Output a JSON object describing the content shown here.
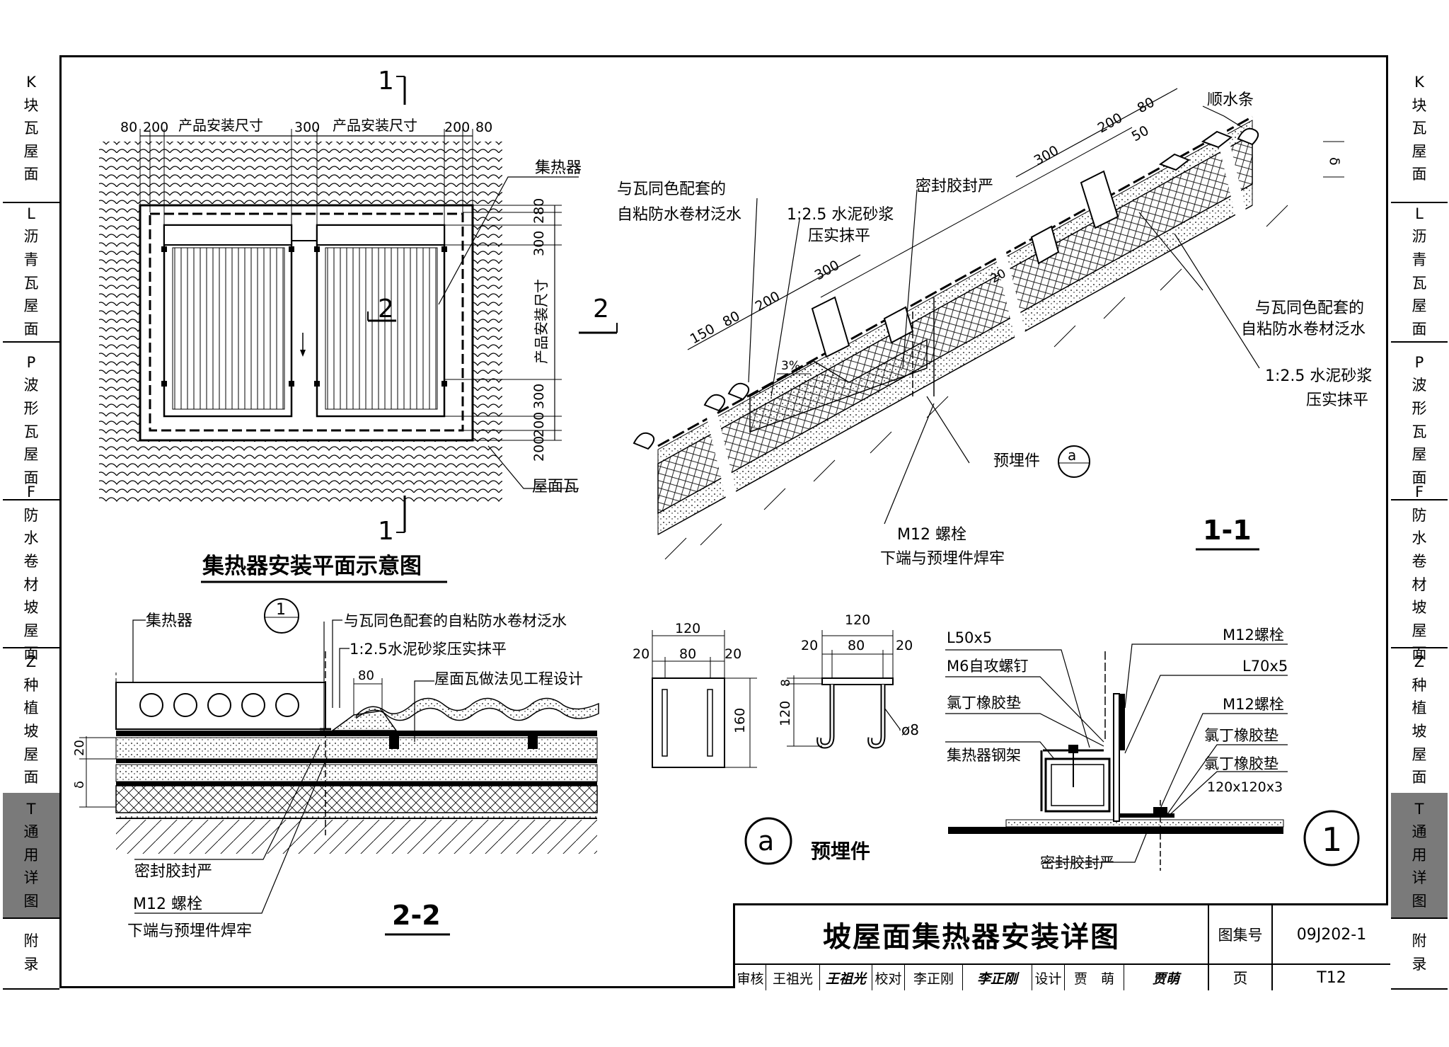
{
  "side_tabs": [
    {
      "key": "K",
      "label": "K块瓦屋面",
      "chars": [
        "K",
        "块",
        "瓦",
        "屋",
        "面"
      ],
      "active": false
    },
    {
      "key": "L",
      "label": "L沥青瓦屋面",
      "chars": [
        "L",
        "沥",
        "青",
        "瓦",
        "屋",
        "面"
      ],
      "active": false
    },
    {
      "key": "P",
      "label": "P波形瓦屋面",
      "chars": [
        "P",
        "波",
        "形",
        "瓦",
        "屋",
        "面"
      ],
      "active": false
    },
    {
      "key": "F",
      "label": "F防水卷材坡屋面",
      "chars": [
        "F",
        "防",
        "水",
        "卷",
        "材",
        "坡",
        "屋",
        "面"
      ],
      "active": false
    },
    {
      "key": "Z",
      "label": "Z种植坡屋面",
      "chars": [
        "Z",
        "种",
        "植",
        "坡",
        "屋",
        "面"
      ],
      "active": false
    },
    {
      "key": "T",
      "label": "T通用详图",
      "chars": [
        "T",
        "通",
        "用",
        "详",
        "图"
      ],
      "active": true
    },
    {
      "key": "附",
      "label": "附录",
      "chars": [
        "附",
        "录"
      ],
      "active": false
    }
  ],
  "plan": {
    "title": "集热器安装平面示意图",
    "section_mark_1": "1",
    "section_mark_2": "2",
    "dims_top": [
      "80",
      "200",
      "产品安装尺寸",
      "300",
      "产品安装尺寸",
      "200",
      "80"
    ],
    "dims_right": [
      "280",
      "300",
      "产品安装尺寸",
      "300",
      "200",
      "200"
    ],
    "label_collector": "集热器",
    "label_roof_tile": "屋面瓦"
  },
  "section_1_1": {
    "title": "1-1",
    "label_flashing": [
      "与瓦同色配套的",
      "自粘防水卷材泛水"
    ],
    "label_mortar": [
      "1:2.5 水泥砂浆",
      "压实抹平"
    ],
    "label_sealant": "密封胶封严",
    "label_counter_batten": "顺水条",
    "label_flashing_right": [
      "与瓦同色配套的",
      "自粘防水卷材泛水"
    ],
    "label_mortar_right": [
      "1:2.5 水泥砂浆",
      "压实抹平"
    ],
    "label_embedded": "预埋件",
    "label_bolt": [
      "M12 螺栓",
      "下端与预埋件焊牢"
    ],
    "detail_ref": "a",
    "slope": "3%",
    "dims": [
      "150",
      "80",
      "200",
      "300",
      "300",
      "200",
      "80",
      "50",
      "20",
      "δ"
    ]
  },
  "section_2_2": {
    "title": "2-2",
    "label_collector": "集热器",
    "detail_ref": "1",
    "label_flashing": "与瓦同色配套的自粘防水卷材泛水",
    "label_mortar": "1:2.5水泥砂浆压实抹平",
    "label_tile": "屋面瓦做法见工程设计",
    "label_sealant": "密封胶封严",
    "label_bolt": [
      "M12 螺栓",
      "下端与预埋件焊牢"
    ],
    "dims": [
      "80",
      "20",
      "δ"
    ]
  },
  "detail_a": {
    "title": "预埋件",
    "ref": "a",
    "plate_dims": [
      "120",
      "20",
      "80",
      "20",
      "160"
    ],
    "bent_dims": [
      "120",
      "20",
      "80",
      "20",
      "8",
      "120",
      "ø8"
    ]
  },
  "detail_1": {
    "ref": "1",
    "labels_left": [
      "L50x5",
      "M6自攻螺钉",
      "氯丁橡胶垫",
      "集热器钢架"
    ],
    "labels_right": [
      "M12螺栓",
      "L70x5",
      "M12螺栓",
      "氯丁橡胶垫",
      "氯丁橡胶垫",
      "120x120x3"
    ],
    "label_bottom": "密封胶封严"
  },
  "title_block": {
    "title": "坡屋面集热器安装详图",
    "atlas_label": "图集号",
    "atlas_no": "09J202-1",
    "page_label": "页",
    "page_no": "T12",
    "review_label": "审核",
    "reviewer": "王祖光",
    "reviewer_sig": "王祖光",
    "check_label": "校对",
    "checker": "李正刚",
    "checker_sig": "李正刚",
    "design_label": "设计",
    "designer": "贾　萌",
    "designer_sig": "贾萌"
  }
}
